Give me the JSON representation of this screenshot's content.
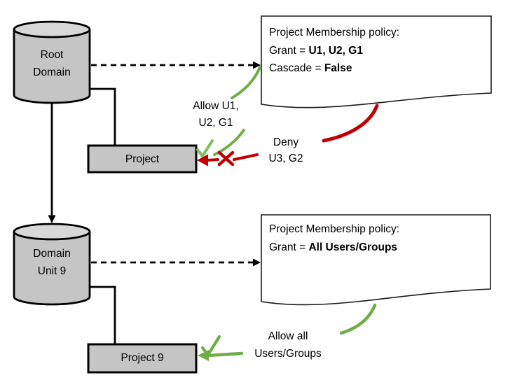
{
  "diagram": {
    "nodes": {
      "root_domain": "Root\nDomain",
      "domain_unit_9": "Domain\nUnit 9",
      "project": "Project",
      "project_9": "Project 9"
    },
    "policy_top": {
      "title": "Project Membership policy:",
      "grant_prefix": "Grant = ",
      "grant_value": "U1, U2, G1",
      "cascade_prefix": "Cascade = ",
      "cascade_value": "False"
    },
    "policy_bottom": {
      "title": "Project Membership policy:",
      "grant_prefix": "Grant = ",
      "grant_value": "All Users/Groups"
    },
    "labels": {
      "allow_top": "Allow U1,\nU2, G1",
      "deny": "Deny\nU3, G2",
      "allow_bottom": "Allow all\nUsers/Groups"
    },
    "icons": {
      "allow_check_top": "check-mark",
      "deny_cross": "x-mark",
      "allow_check_bottom": "check-mark"
    },
    "colors": {
      "green": "#70AD47",
      "green_light": "#85BD5E",
      "red": "#C00000",
      "node_fill": "#C5C5C5",
      "node_top_fill": "#D8D8D8",
      "outline": "#000000",
      "document_fill": "#FFFFFF"
    }
  }
}
